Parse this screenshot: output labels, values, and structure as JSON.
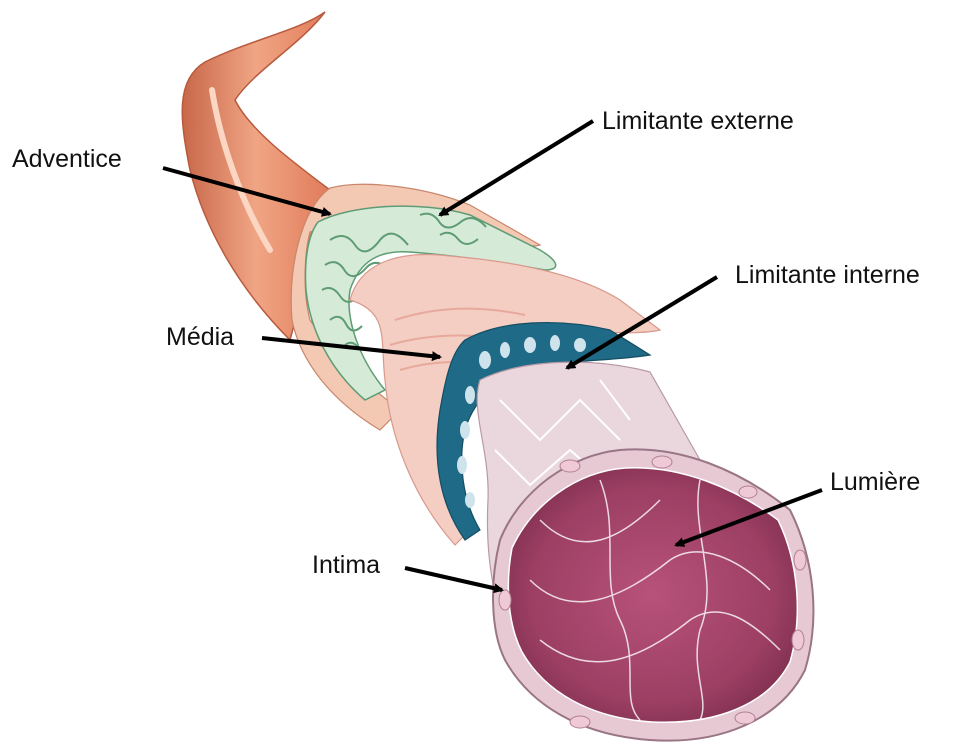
{
  "labels": {
    "adventice": "Adventice",
    "limitante_externe": "Limitante  externe",
    "media": "Média",
    "limitante_interne": "Limitante interne",
    "lumiere": "Lumière",
    "intima": "Intima"
  },
  "colors": {
    "adventice": "#e58a66",
    "adventice_light": "#f6c0a3",
    "limitante_externe": "#cfe6d2",
    "limitante_externe_stroke": "#5e9c73",
    "media": "#f2c2b7",
    "limitante_interne": "#1f6a86",
    "endothelium": "#ead7de",
    "lumen": "#9c3f63",
    "lumen_dark": "#6a223f",
    "arrow": "#000000"
  }
}
